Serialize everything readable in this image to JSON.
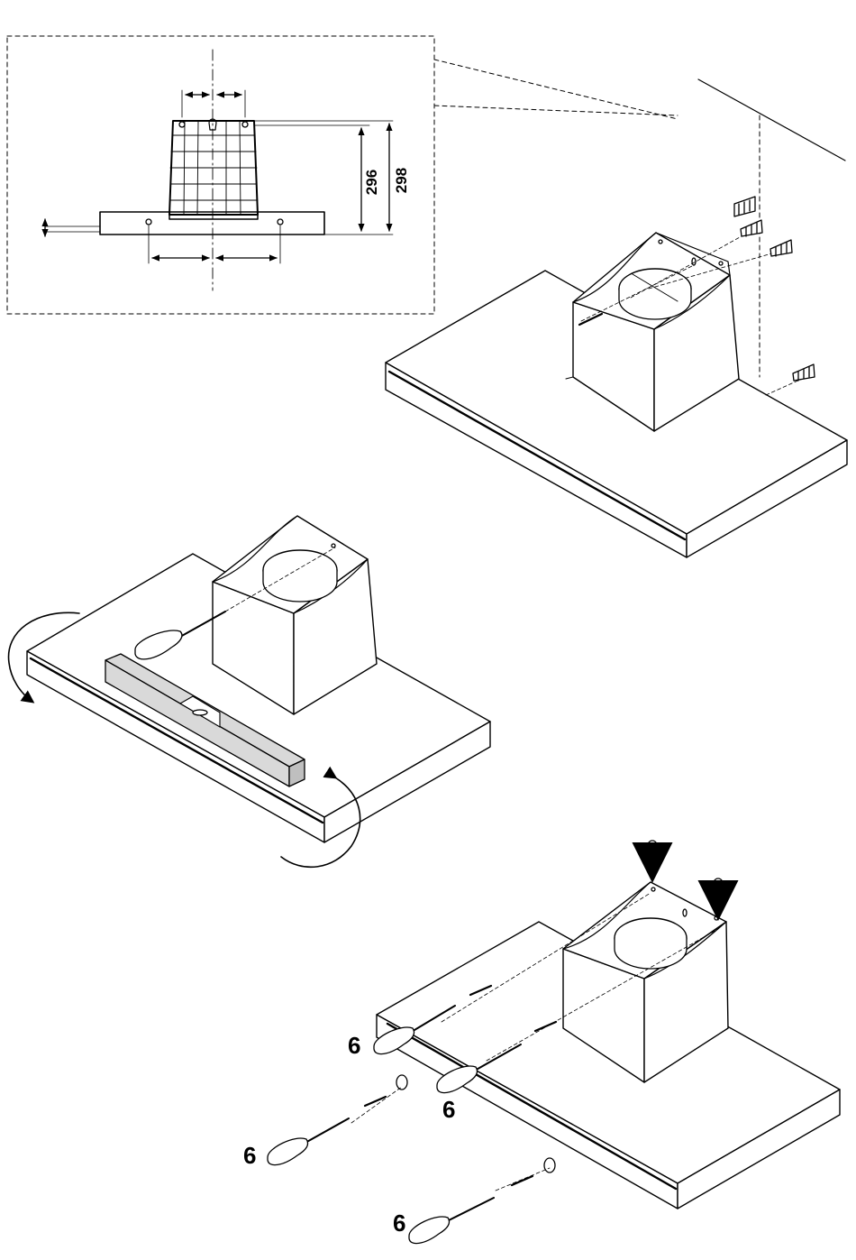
{
  "figure": {
    "dimensions": {
      "height_inner": "296",
      "height_outer": "298"
    },
    "step_labels": [
      "6",
      "6",
      "6",
      "6"
    ],
    "colors": {
      "line": "#000000",
      "fill": "#ffffff",
      "level_fill": "#d9d9d9",
      "grid": "#000000"
    }
  }
}
